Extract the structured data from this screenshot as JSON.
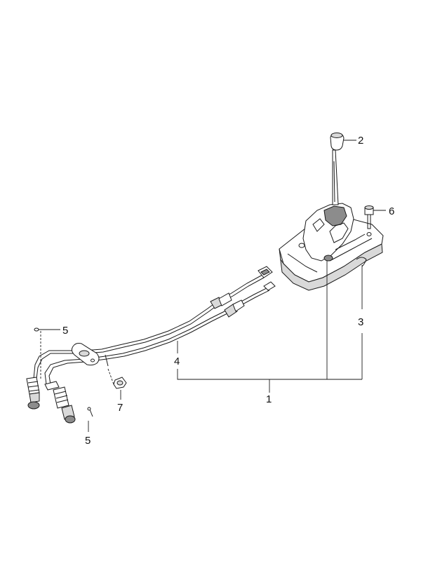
{
  "callouts": [
    {
      "id": "c1",
      "text": "1"
    },
    {
      "id": "c2",
      "text": "2"
    },
    {
      "id": "c3",
      "text": "3"
    },
    {
      "id": "c4",
      "text": "4"
    },
    {
      "id": "c5a",
      "text": "5"
    },
    {
      "id": "c5b",
      "text": "5"
    },
    {
      "id": "c6",
      "text": "6"
    },
    {
      "id": "c7",
      "text": "7"
    }
  ],
  "colors": {
    "line": "#1a1a1a",
    "part_fill": "#ffffff",
    "shade": "#d9d9d9",
    "dark_shade": "#8c8c8c"
  }
}
